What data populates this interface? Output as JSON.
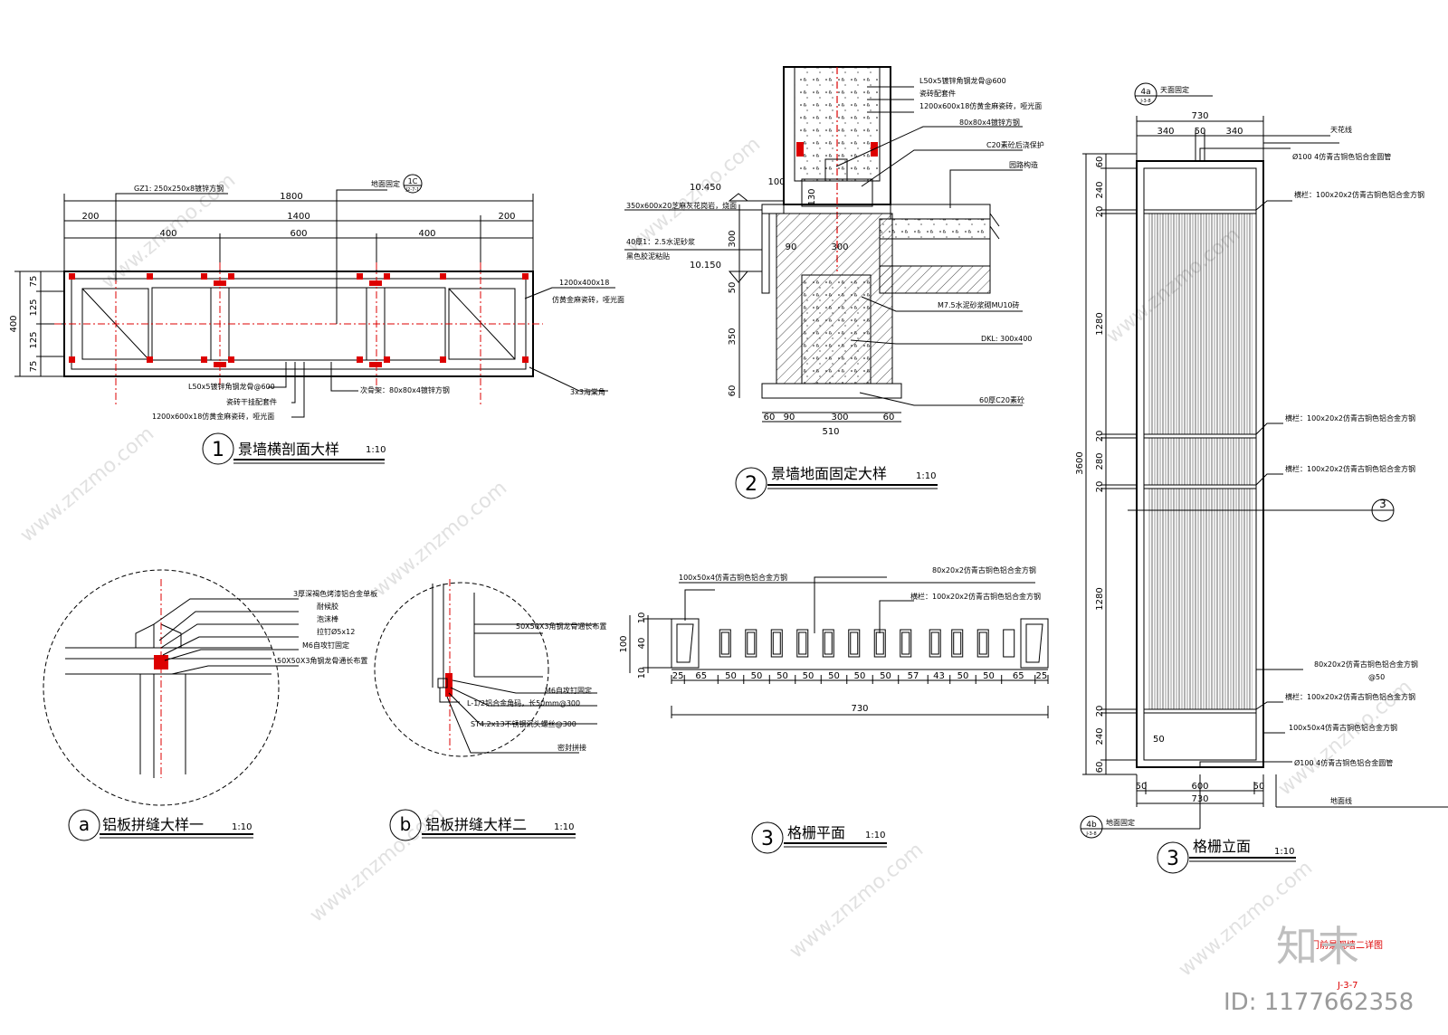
{
  "sheet": {
    "code": "J-3-7",
    "sheet_title": "门前景观墙二详图",
    "id_text": "ID: 1177662358",
    "brand": "知末"
  },
  "watermark": "www.znzmo.com",
  "titles": {
    "t1": {
      "num": "1",
      "label": "景墙横剖面大样",
      "scale": "1:10"
    },
    "t2": {
      "num": "2",
      "label": "景墙地面固定大样",
      "scale": "1:10"
    },
    "ta": {
      "num": "a",
      "label": "铝板拼缝大样一",
      "scale": "1:10"
    },
    "tb": {
      "num": "b",
      "label": "铝板拼缝大样二",
      "scale": "1:10"
    },
    "t3p": {
      "num": "3",
      "label": "格栅平面",
      "scale": "1:10"
    },
    "t3e": {
      "num": "3",
      "label": "格栅立面",
      "scale": "1:10"
    }
  },
  "d1": {
    "dims": {
      "overall": "1800",
      "l200": "200",
      "mid1400": "1400",
      "r200": "200",
      "s400a": "400",
      "s600": "600",
      "s400b": "400",
      "h400": "400",
      "v75a": "75",
      "v125a": "125",
      "v125b": "125",
      "v75b": "75"
    },
    "notes": {
      "gz1": "GZ1: 250x250x8镀锌方钢",
      "ground_fix": "地面固定",
      "ref_top": "1C",
      "ref_bot": "J2-7-1",
      "panel": "1200x400x18",
      "panel2": "仿黄金麻瓷砖，哑光面",
      "l50": "L50x5镀锌角钢龙骨@600",
      "fastener": "瓷砖干挂配套件",
      "tile": "1200x600x18仿黄金麻瓷砖，哑光面",
      "secondary": "次骨架：80x80x4镀锌方钢",
      "chamfer": "3x3海棠角"
    }
  },
  "d2": {
    "dims": {
      "h100": "100",
      "h130": "130",
      "h300": "300",
      "h90": "90",
      "h300b": "300",
      "h50": "50",
      "h350": "350",
      "h60": "60",
      "b60a": "60",
      "b90": "90",
      "b300": "300",
      "b60b": "60",
      "b510": "510"
    },
    "elevations": {
      "e1": "10.450",
      "e2": "10.150"
    },
    "notes": {
      "l50": "L50x5镀锌角钢龙骨@600",
      "fastener": "瓷砖配套件",
      "tile": "1200x600x18仿黄金麻瓷砖，哑光面",
      "tube": "80x80x4镀锌方钢",
      "c20": "C20素砼后浇保护",
      "road": "园路构造",
      "paving": "350x600x20芝麻灰花岗岩，烧面",
      "mortar": "40厚1：2.5水泥砂浆",
      "glue": "黑色胶泥粘贴",
      "brick": "M7.5水泥砂浆砌MU10砖",
      "beam": "DKL: 300x400",
      "base": "60厚C20素砼"
    }
  },
  "da": {
    "notes": {
      "al": "3厚深褐色烤漆铝合金单板",
      "sealant": "耐候胶",
      "foam": "泡沫棒",
      "rivet": "拉钉Ø5x12",
      "screw": "M6自攻钉固定",
      "angle": "50X50X3角钢龙骨通长布置"
    }
  },
  "db": {
    "notes": {
      "angle": "50X50X3角钢龙骨通长布置",
      "screw": "M6自攻钉固定",
      "code": "L-1/2铝合金角码，长50mm@300",
      "st": "ST4.2x13不锈钢沉头螺丝@300",
      "seal": "密封拼接"
    }
  },
  "d3p": {
    "notes": {
      "frame": "100x50x4仿青古铜色铝合金方钢",
      "bar": "80x20x2仿青古铜色铝合金方钢",
      "rail": "横栏：100x20x2仿青古铜色铝合金方钢"
    },
    "vdims": [
      "10",
      "40",
      "10"
    ],
    "vtotal": "100",
    "hdims": [
      "25",
      "65",
      "50",
      "50",
      "50",
      "50",
      "50",
      "50",
      "50",
      "57",
      "43",
      "50",
      "50",
      "65",
      "25"
    ],
    "total": "730"
  },
  "d3e": {
    "top": {
      "ref_top": "4a",
      "ref_bot": "J-3-8",
      "fix": "天面固定",
      "w730": "730",
      "w340a": "340",
      "w50": "50",
      "w340b": "340"
    },
    "bottom": {
      "ref_top": "4b",
      "ref_bot": "J-3-8",
      "fix": "地面固定",
      "w50a": "50",
      "w600": "600",
      "w50b": "50",
      "w730": "730"
    },
    "vdims": {
      "total": "3600",
      "a": "60",
      "b": "240",
      "c": "20",
      "d": "1280",
      "e": "20",
      "f": "280",
      "g": "20",
      "h": "1280",
      "i": "20",
      "j": "240",
      "k": "60"
    },
    "notes": {
      "ceiling": "天花线",
      "pipe_top": "Ø100 4仿青古铜色铝合金圆管",
      "rail1": "横栏：100x20x2仿青古铜色铝合金方钢",
      "rail2": "横栏：100x20x2仿青古铜色铝合金方钢",
      "rail3": "横栏：100x20x2仿青古铜色铝合金方钢",
      "bar": "80x20x2仿青古铜色铝合金方钢",
      "bar_sp": "@50",
      "rail4": "横栏：100x20x2仿青古铜色铝合金方钢",
      "frame": "100x50x4仿青古铜色铝合金方钢",
      "pipe_bot": "Ø100 4仿青古铜色铝合金圆管",
      "ground": "地面线",
      "inner50": "50",
      "sect": "3"
    }
  }
}
